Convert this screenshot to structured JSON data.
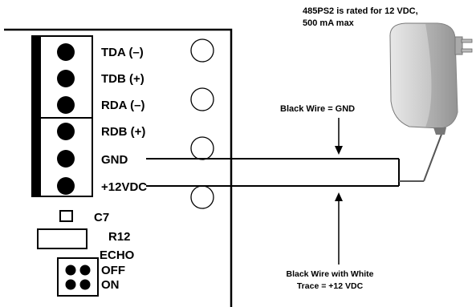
{
  "terminals": [
    {
      "label": "TDA (–)"
    },
    {
      "label": "TDB (+)"
    },
    {
      "label": "RDA (–)"
    },
    {
      "label": "RDB (+)"
    },
    {
      "label": "GND"
    },
    {
      "label": "+12VDC"
    }
  ],
  "components": {
    "c7": "C7",
    "r12": "R12",
    "echo": "ECHO",
    "off": "OFF",
    "on": "ON"
  },
  "annotations": {
    "adapter_rating_line1": "485PS2 is rated for 12 VDC,",
    "adapter_rating_line2": "500 mA max",
    "gnd_wire": "Black Wire = GND",
    "pos_wire_line1": "Black Wire with White",
    "pos_wire_line2": "Trace = +12 VDC"
  },
  "colors": {
    "line": "#000000",
    "adapter_body": "#c8c8c8",
    "adapter_shade": "#8a8a8a"
  }
}
